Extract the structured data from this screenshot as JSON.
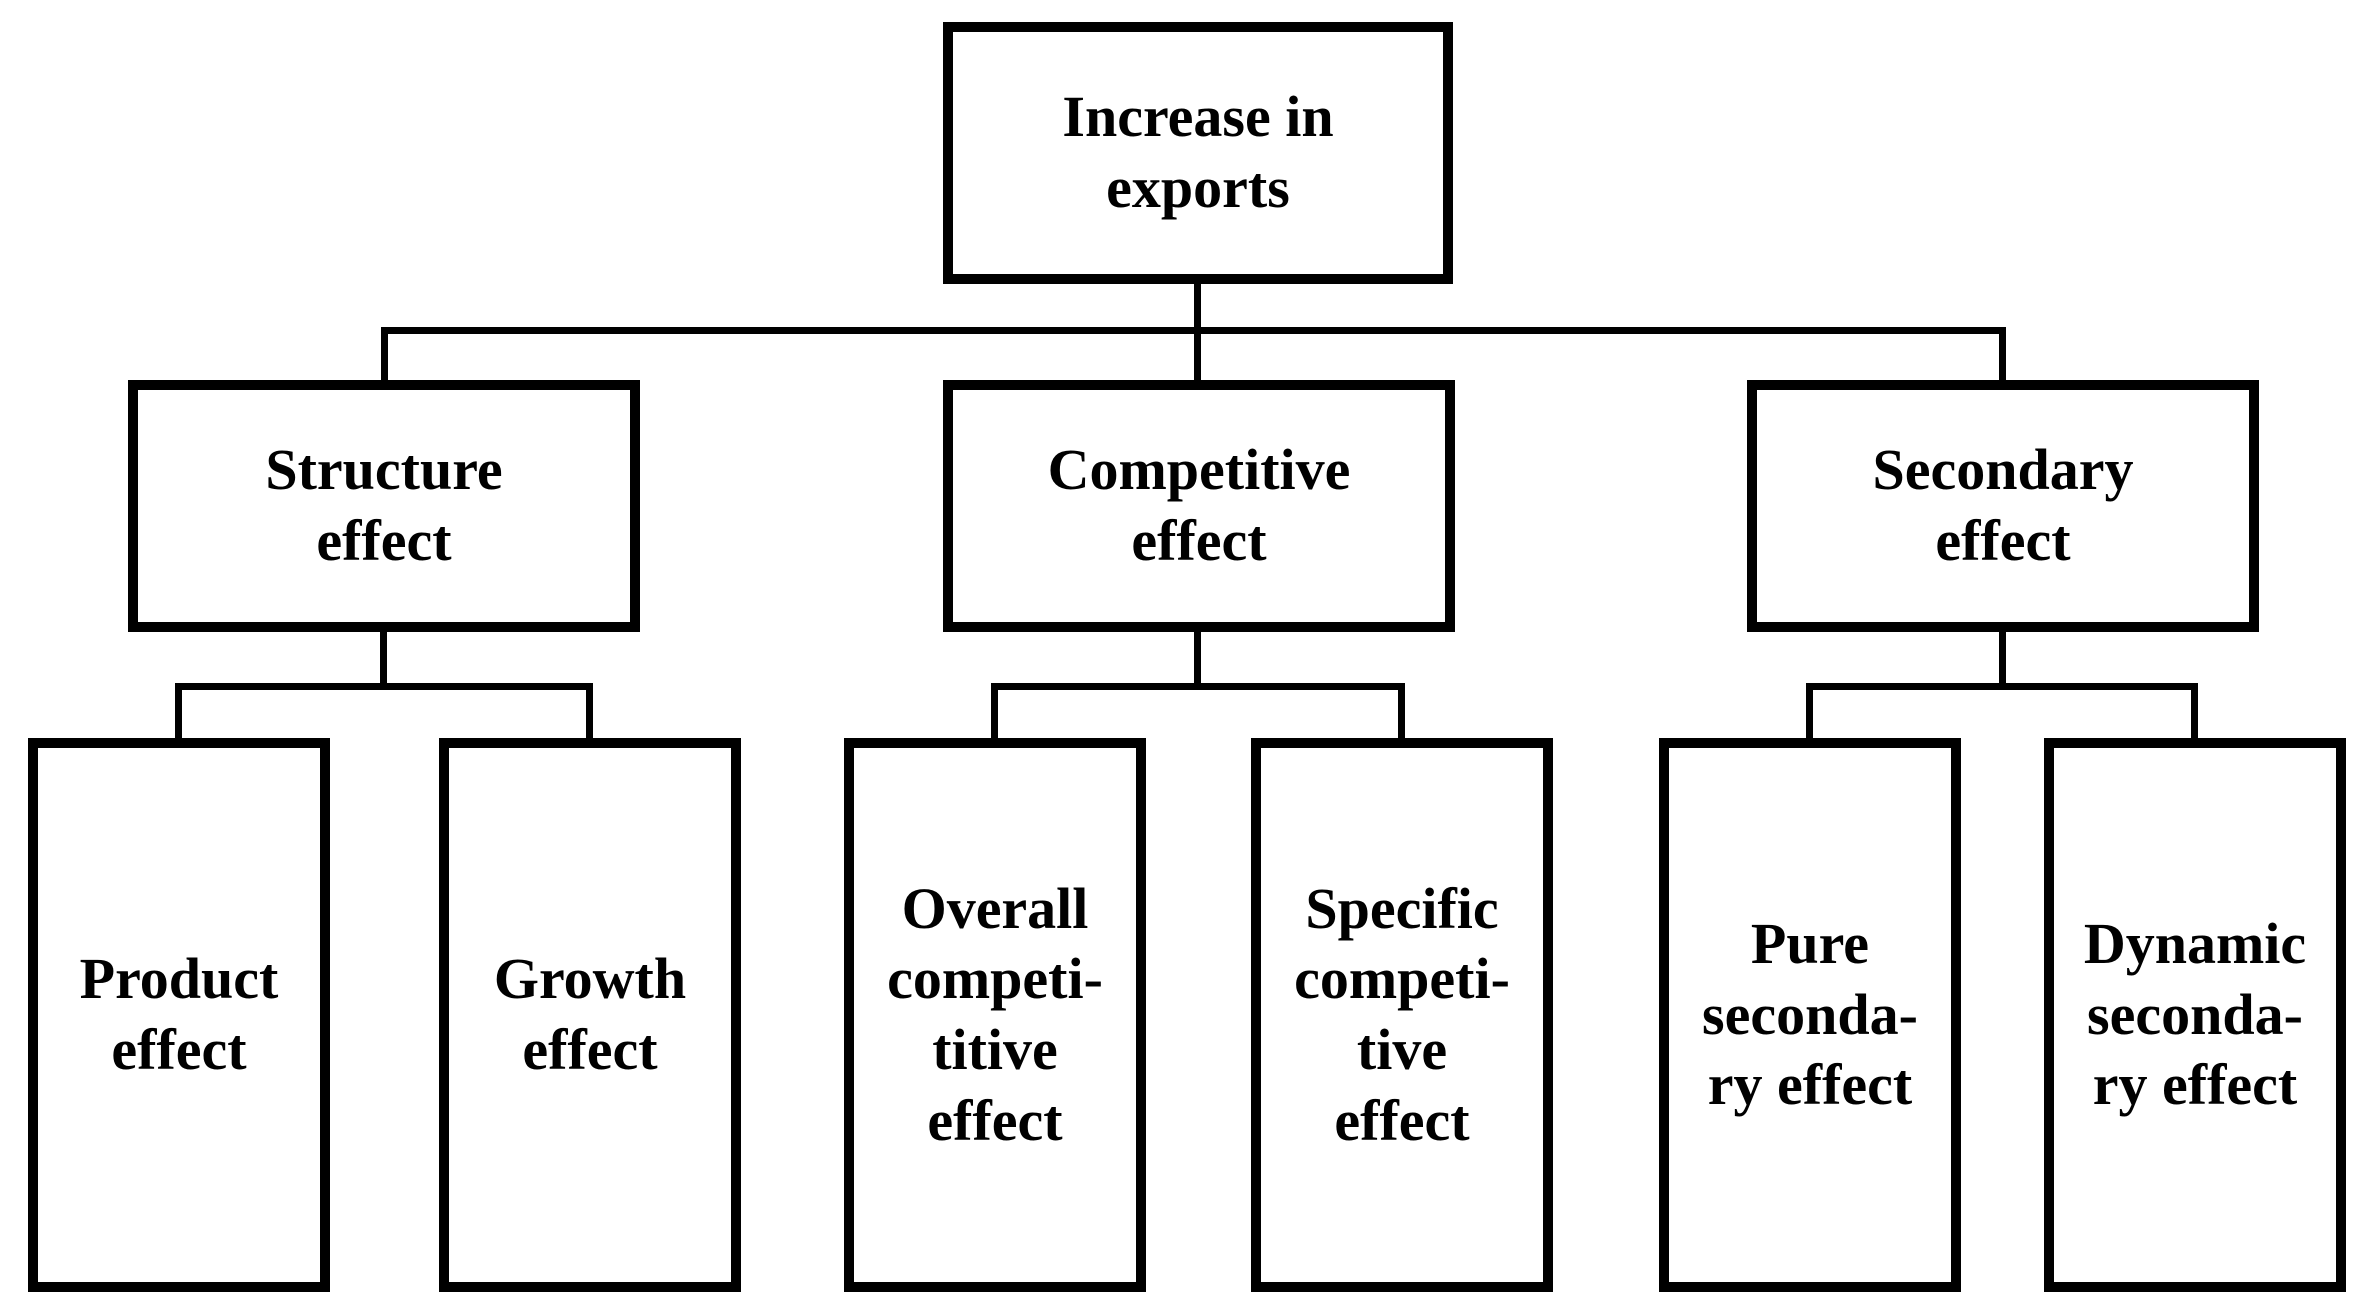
{
  "diagram": {
    "type": "hierarchy-flowchart",
    "colors": {
      "border": "#000000",
      "background": "#ffffff",
      "text": "#000000"
    },
    "nodes": {
      "root": {
        "label": "Increase in\nexports"
      },
      "structure": {
        "label": "Structure\neffect"
      },
      "competitive": {
        "label": "Competitive\neffect"
      },
      "secondary": {
        "label": "Secondary\neffect"
      },
      "product": {
        "label": "Product\neffect"
      },
      "growth": {
        "label": "Growth\neffect"
      },
      "overall": {
        "label": "Overall\ncompeti-\ntitive\neffect"
      },
      "specific": {
        "label": "Specific\ncompeti-\ntive\neffect"
      },
      "pure": {
        "label": "Pure\nseconda-\nry effect"
      },
      "dynamic": {
        "label": "Dynamic\nseconda-\nry effect"
      }
    },
    "edges": [
      {
        "from": "root",
        "to": "structure"
      },
      {
        "from": "root",
        "to": "competitive"
      },
      {
        "from": "root",
        "to": "secondary"
      },
      {
        "from": "structure",
        "to": "product"
      },
      {
        "from": "structure",
        "to": "growth"
      },
      {
        "from": "competitive",
        "to": "overall"
      },
      {
        "from": "competitive",
        "to": "specific"
      },
      {
        "from": "secondary",
        "to": "pure"
      },
      {
        "from": "secondary",
        "to": "dynamic"
      }
    ]
  }
}
